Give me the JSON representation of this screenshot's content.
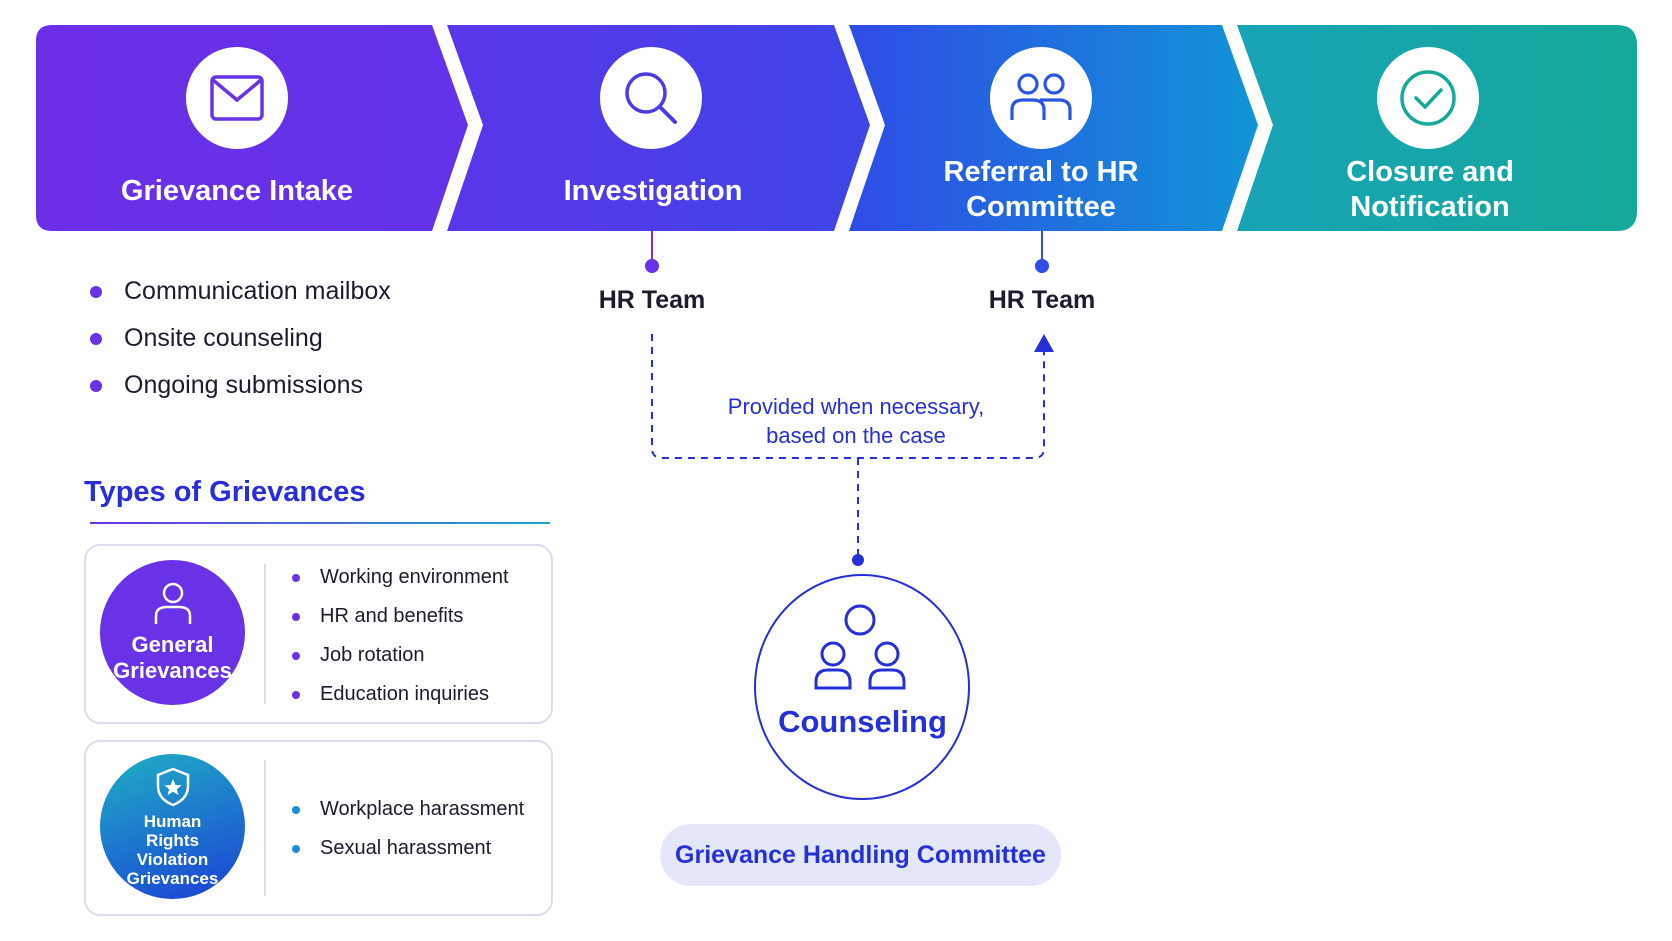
{
  "process_steps": [
    {
      "title": "Grievance Intake",
      "icon": "envelope-icon"
    },
    {
      "title": "Investigation",
      "icon": "magnifier-icon"
    },
    {
      "title": "Referral to HR\nCommittee",
      "icon": "people-icon"
    },
    {
      "title": "Closure and\nNotification",
      "icon": "check-circle-icon"
    }
  ],
  "intake_channels": [
    "Communication mailbox",
    "Onsite counseling",
    "Ongoing submissions"
  ],
  "hr_labels": {
    "investigation": "HR Team",
    "referral": "HR Team"
  },
  "counseling_note": {
    "line1": "Provided when necessary,",
    "line2": "based on the case"
  },
  "types": {
    "title": "Types of Grievances",
    "general": {
      "name_line1": "General",
      "name_line2": "Grievances",
      "icon": "person-icon",
      "items": [
        "Working environment",
        "HR and benefits",
        "Job rotation",
        "Education inquiries"
      ]
    },
    "human_rights": {
      "name_lines": [
        "Human",
        "Rights",
        "Violation",
        "Grievances"
      ],
      "icon": "shield-star-icon",
      "items": [
        "Workplace harassment",
        "Sexual harassment"
      ]
    }
  },
  "counseling": {
    "label": "Counseling",
    "icon": "group-icon"
  },
  "committee": {
    "label": "Grievance Handling Committee"
  },
  "colors": {
    "purple": "#6a32e6",
    "blue": "#2630d8",
    "teal": "#17a79e",
    "violation_badge_start": "#1fb0c4",
    "violation_badge_end": "#1b3fd6"
  }
}
